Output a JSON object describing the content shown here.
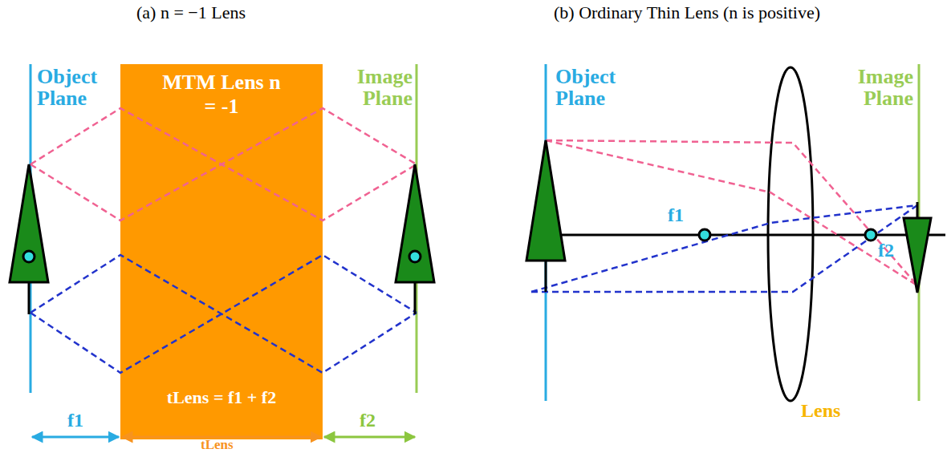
{
  "diagram": {
    "nodes": [
      {
        "text": [
          "MTM Lens n = -1",
          "tLens = f1 + f2"
        ]
      }
    ],
    "labels": [
      "(a) n = −1 Lens",
      "(b) Ordinary Thin Lens (n is positive)",
      "Object Plane",
      "Image Plane",
      "f1",
      "tLens",
      "f2",
      "Object Plane",
      "Image Plane",
      "f1",
      "f2",
      "Lens"
    ]
  }
}
